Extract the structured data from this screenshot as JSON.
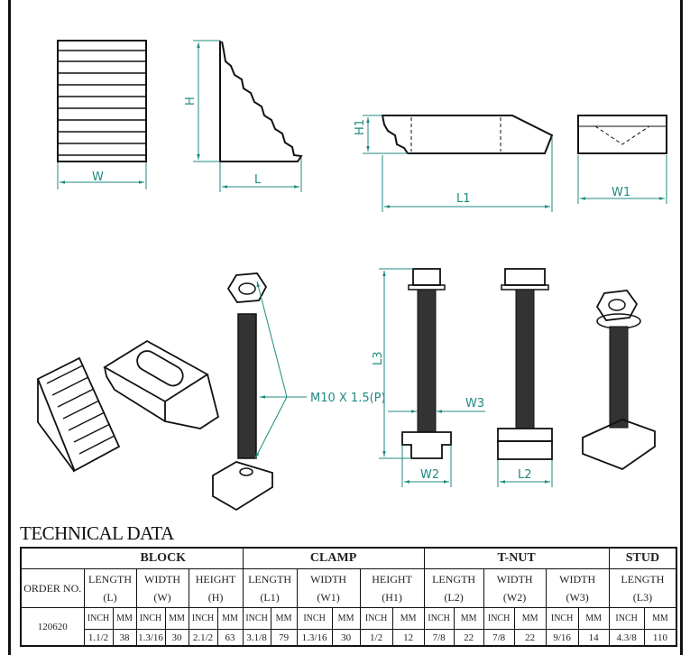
{
  "drawing": {
    "dimensions": {
      "W": "W",
      "H": "H",
      "L": "L",
      "H1": "H1",
      "L1": "L1",
      "W1": "W1",
      "L3": "L3",
      "W3": "W3",
      "W2": "W2",
      "L2": "L2"
    },
    "thread_callout": "M10 X 1.5(P)",
    "accent_color": "#1f8a80"
  },
  "title": "TECHNICAL DATA",
  "table": {
    "groups": [
      "BLOCK",
      "CLAMP",
      "T-NUT",
      "STUD"
    ],
    "order_header": "ORDER NO.",
    "order_no": "120620",
    "columns": [
      {
        "name": "LENGTH",
        "sym": "(L)",
        "inch": "1.1/2",
        "mm": "38"
      },
      {
        "name": "WIDTH",
        "sym": "(W)",
        "inch": "1.3/16",
        "mm": "30"
      },
      {
        "name": "HEIGHT",
        "sym": "(H)",
        "inch": "2.1/2",
        "mm": "63"
      },
      {
        "name": "LENGTH",
        "sym": "(L1)",
        "inch": "3.1/8",
        "mm": "79"
      },
      {
        "name": "WIDTH",
        "sym": "(W1)",
        "inch": "1.3/16",
        "mm": "30"
      },
      {
        "name": "HEIGHT",
        "sym": "(H1)",
        "inch": "1/2",
        "mm": "12"
      },
      {
        "name": "LENGTH",
        "sym": "(L2)",
        "inch": "7/8",
        "mm": "22"
      },
      {
        "name": "WIDTH",
        "sym": "(W2)",
        "inch": "7/8",
        "mm": "22"
      },
      {
        "name": "WIDTH",
        "sym": "(W3)",
        "inch": "9/16",
        "mm": "14"
      },
      {
        "name": "LENGTH",
        "sym": "(L3)",
        "inch": "4.3/8",
        "mm": "110"
      }
    ],
    "unit_inch": "INCH",
    "unit_mm": "MM"
  }
}
